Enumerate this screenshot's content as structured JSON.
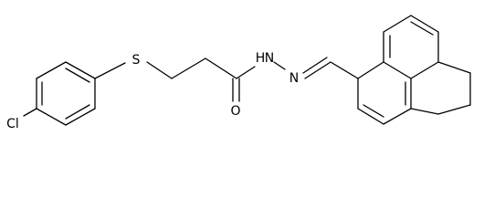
{
  "atoms": {
    "chlorine": "Cl",
    "sulfur": "S",
    "oxygen": "O",
    "amide_nitrogen": "N",
    "amide_hydrogen": "H",
    "imine_nitrogen": "N"
  },
  "colors": {
    "background": "#ffffff",
    "bond": "#000000",
    "text": "#000000"
  }
}
